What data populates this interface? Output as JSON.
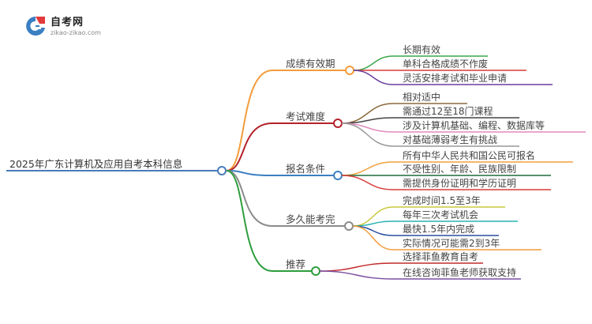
{
  "logo": {
    "title": "自考网",
    "url": "zikao-zikao.com"
  },
  "colors": {
    "root": "#4a7bb7",
    "branch_1": "#f39c3a",
    "branch_2": "#b5222b",
    "branch_3": "#3a7fc2",
    "branch_4": "#8c8c8c",
    "branch_5": "#2e9e3d"
  },
  "root": "2025年广东计算机及应用自考本科信息",
  "branches": [
    {
      "label": "成绩有效期",
      "color": "#f39c3a",
      "children": [
        {
          "label": "长期有效",
          "color": "#38a84a"
        },
        {
          "label": "单科合格成绩不作废",
          "color": "#d93a3a"
        },
        {
          "label": "灵活安排考试和毕业申请",
          "color": "#6b3fa0"
        }
      ]
    },
    {
      "label": "考试难度",
      "color": "#b5222b",
      "children": [
        {
          "label": "相对适中",
          "color": "#8a6a3a"
        },
        {
          "label": "需通过12至18门课程",
          "color": "#444444"
        },
        {
          "label": "涉及计算机基础、编程、数据库等",
          "color": "#e28ac0"
        },
        {
          "label": "对基础薄弱考生有挑战",
          "color": "#999999"
        }
      ]
    },
    {
      "label": "报名条件",
      "color": "#3a7fc2",
      "children": [
        {
          "label": "所有中华人民共和国公民可报名",
          "color": "#f0a03a"
        },
        {
          "label": "不受性别、年龄、民族限制",
          "color": "#1f6b3a"
        },
        {
          "label": "需提供身份证明和学历证明",
          "color": "#d93a3a"
        }
      ]
    },
    {
      "label": "多久能考完",
      "color": "#8c8c8c",
      "children": [
        {
          "label": "完成时间1.5至3年",
          "color": "#c8c83a"
        },
        {
          "label": "每年三次考试机会",
          "color": "#2ab3b3"
        },
        {
          "label": "最快1.5年内完成",
          "color": "#2a4fa0"
        },
        {
          "label": "实际情况可能需2到3年",
          "color": "#f39c3a"
        }
      ]
    },
    {
      "label": "推荐",
      "color": "#2e9e3d",
      "children": [
        {
          "label": "选择菲鱼教育自考",
          "color": "#c42a2a"
        },
        {
          "label": "在线咨询菲鱼老师获取支持",
          "color": "#7a4fa0"
        }
      ]
    }
  ]
}
